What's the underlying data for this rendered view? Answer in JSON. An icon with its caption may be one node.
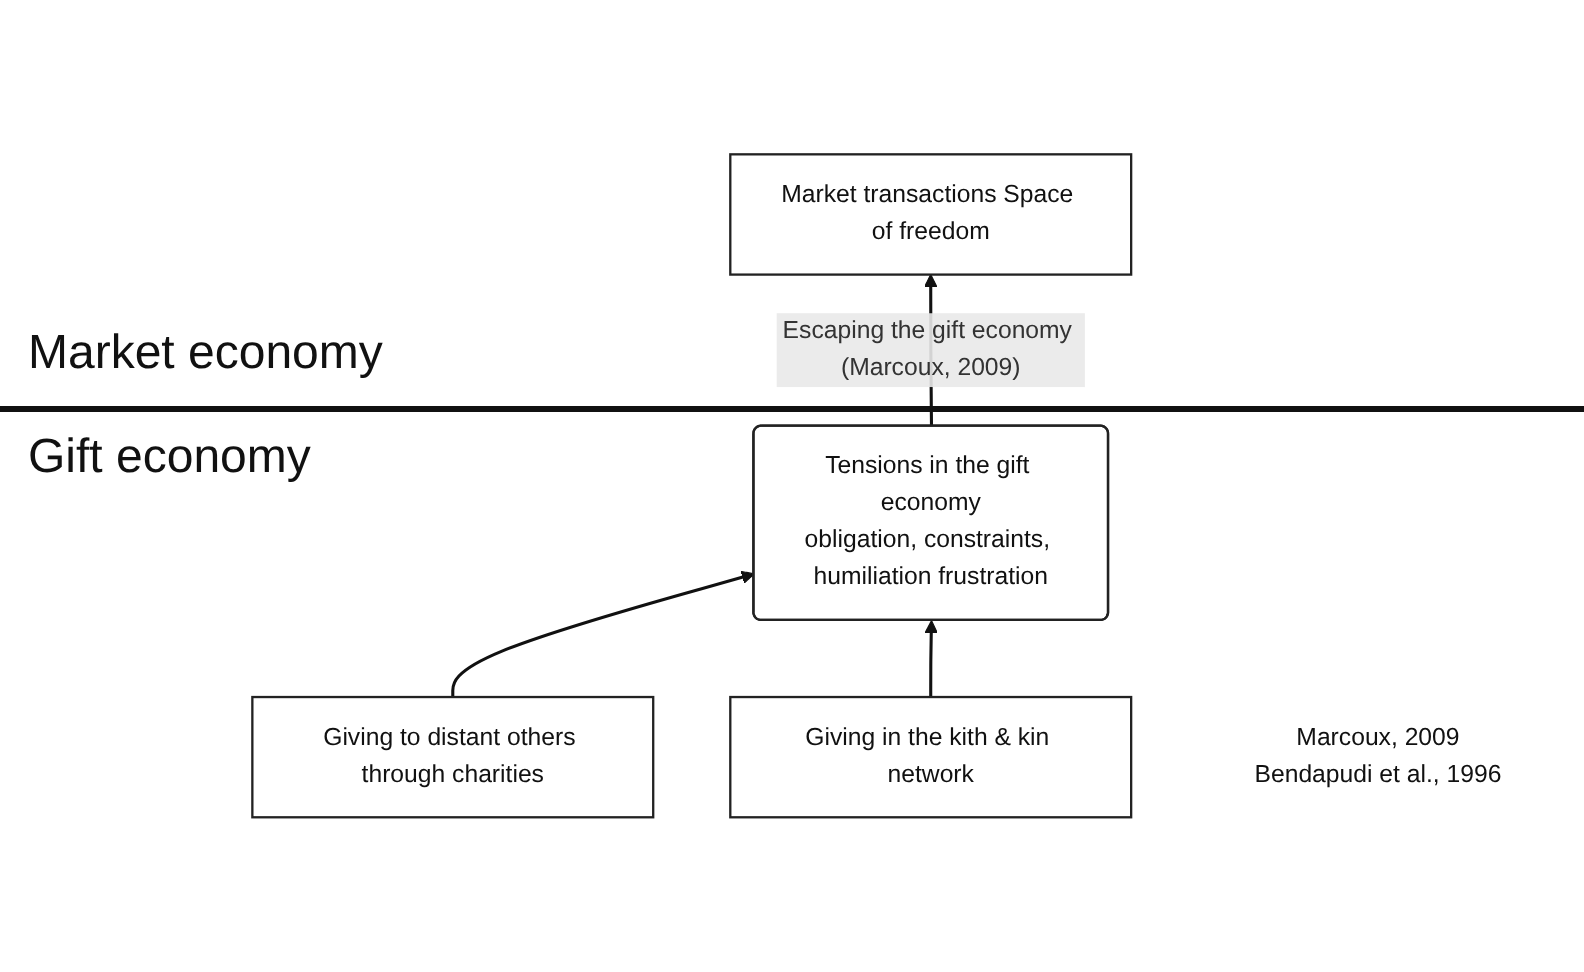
{
  "diagram": {
    "nodes": [
      {
        "text": [
          "Market transactions Space of freedom"
        ]
      },
      {
        "text": [
          "Tensions in the gift economy",
          "obligation, constraints, humiliation frustration"
        ],
        "beside": [
          "Marcoux, 2009",
          "Bendapudi et al., 1996"
        ]
      },
      {
        "text": [
          "Giving to distant others through charities"
        ]
      },
      {
        "text": [
          "Giving in the kith & kin network"
        ]
      }
    ],
    "edges": [
      {
        "from": 1,
        "to": 0,
        "arrow": "to",
        "label": "Escaping the gift economy (Marcoux, 2009)"
      },
      {
        "from": 2,
        "to": 1,
        "arrow": "to"
      },
      {
        "from": 3,
        "to": 1,
        "arrow": "to"
      }
    ],
    "labels": [
      "Market economy",
      "Gift economy"
    ]
  }
}
